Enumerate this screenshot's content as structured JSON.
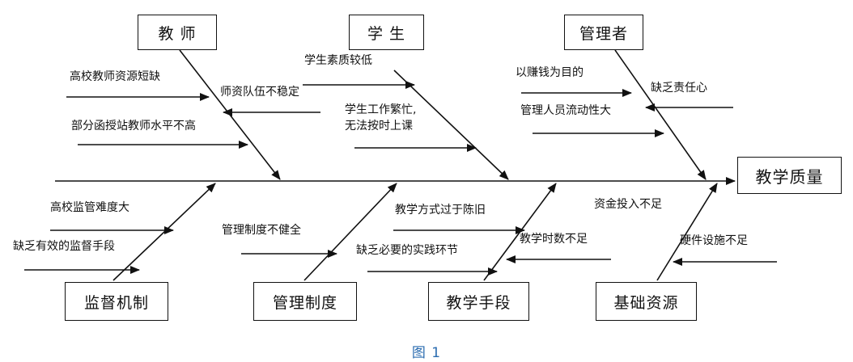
{
  "effect": "教学质量",
  "categories": {
    "teacher": "教 师",
    "student": "学 生",
    "manager": "管理者",
    "supervision": "监督机制",
    "management_system": "管理制度",
    "teaching_means": "教学手段",
    "basic_resources": "基础资源"
  },
  "causes": {
    "t1": "高校教师资源短缺",
    "t2": "师资队伍不稳定",
    "t3": "部分函授站教师水平不高",
    "s1": "学生素质较低",
    "s2a": "学生工作繁忙,",
    "s2b": "无法按时上课",
    "m1": "以赚钱为目的",
    "m2": "缺乏责任心",
    "m3": "管理人员流动性大",
    "v1": "高校监管难度大",
    "v2": "缺乏有效的监督手段",
    "g1": "管理制度不健全",
    "h1": "教学方式过于陈旧",
    "h2": "教学时数不足",
    "h3": "缺乏必要的实践环节",
    "r1": "资金投入不足",
    "r2": "硬件设施不足"
  },
  "caption": "图 1"
}
